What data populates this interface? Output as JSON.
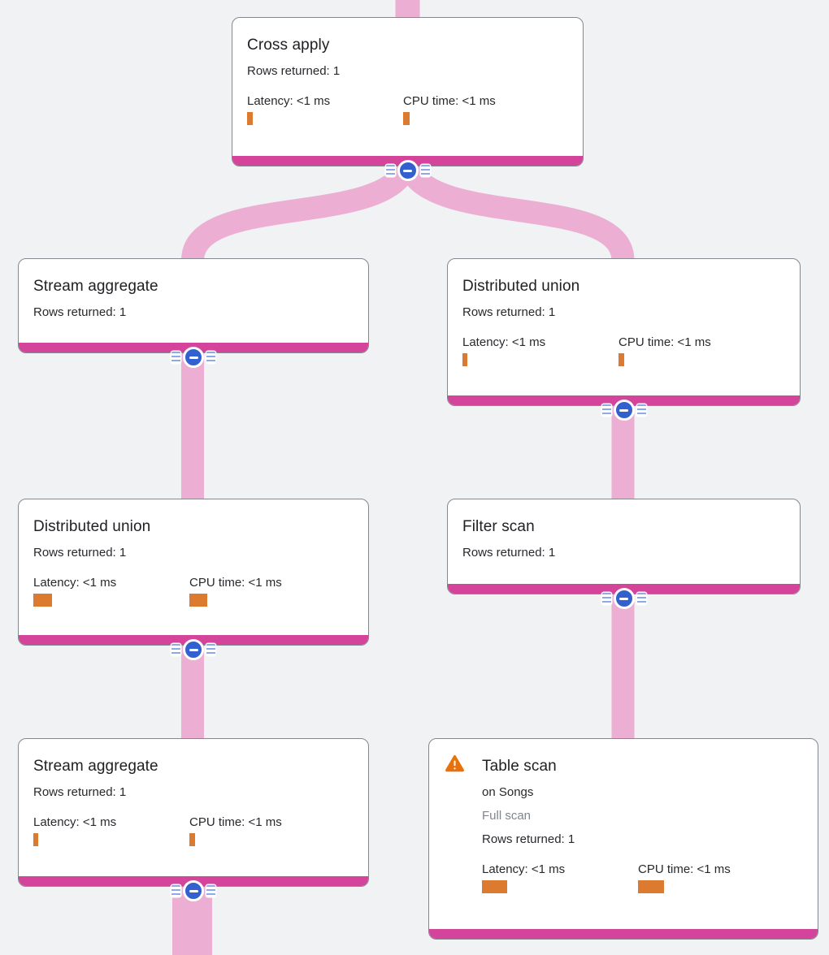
{
  "diagram": {
    "kind": "query-execution-plan",
    "colors": {
      "background": "#f0f2f3",
      "node_border": "#83898f",
      "node_footer": "#d5449b",
      "link": "#ecaed3",
      "metric_bar": "#dc7b30",
      "collapse_button": "#3261cf",
      "warning": "#e8710a",
      "muted_text": "#80868b",
      "text": "#202124"
    }
  },
  "nodes": [
    {
      "id": "cross-apply",
      "title": "Cross apply",
      "rows": "Rows returned: 1",
      "latency": "Latency: <1 ms",
      "cpu": "CPU time: <1 ms",
      "latency_bar": 7,
      "cpu_bar": 8
    },
    {
      "id": "stream-aggregate-top",
      "title": "Stream aggregate",
      "rows": "Rows returned: 1"
    },
    {
      "id": "distributed-union-right",
      "title": "Distributed union",
      "rows": "Rows returned: 1",
      "latency": "Latency: <1 ms",
      "cpu": "CPU time: <1 ms",
      "latency_bar": 6,
      "cpu_bar": 7
    },
    {
      "id": "distributed-union-left",
      "title": "Distributed union",
      "rows": "Rows returned: 1",
      "latency": "Latency: <1 ms",
      "cpu": "CPU time: <1 ms",
      "latency_bar": 23,
      "cpu_bar": 22
    },
    {
      "id": "filter-scan",
      "title": "Filter scan",
      "rows": "Rows returned: 1"
    },
    {
      "id": "stream-aggregate-bottom",
      "title": "Stream aggregate",
      "rows": "Rows returned: 1",
      "latency": "Latency: <1 ms",
      "cpu": "CPU time: <1 ms",
      "latency_bar": 6,
      "cpu_bar": 7
    },
    {
      "id": "table-scan",
      "title": "Table scan",
      "warning": true,
      "subtitle": "on Songs",
      "note": "Full scan",
      "rows": "Rows returned: 1",
      "latency": "Latency: <1 ms",
      "cpu": "CPU time: <1 ms",
      "latency_bar": 31,
      "cpu_bar": 32
    }
  ],
  "edges": [
    {
      "from": "offscreen-parent",
      "to": "cross-apply"
    },
    {
      "from": "cross-apply",
      "to": "stream-aggregate-top"
    },
    {
      "from": "cross-apply",
      "to": "distributed-union-right"
    },
    {
      "from": "stream-aggregate-top",
      "to": "distributed-union-left"
    },
    {
      "from": "distributed-union-right",
      "to": "filter-scan"
    },
    {
      "from": "distributed-union-left",
      "to": "stream-aggregate-bottom"
    },
    {
      "from": "filter-scan",
      "to": "table-scan"
    },
    {
      "from": "stream-aggregate-bottom",
      "to": "offscreen-child"
    }
  ]
}
